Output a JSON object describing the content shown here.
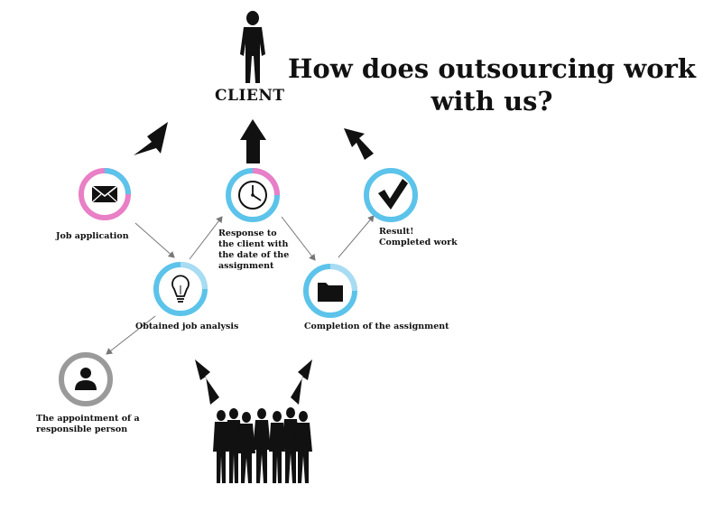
{
  "title": "How does outsourcing work\nwith us?",
  "client_label": "CLIENT",
  "steps": [
    {
      "label": "Job application",
      "icon": "envelope-icon"
    },
    {
      "label": "Response to\nthe client with\nthe date of the\nassignment",
      "icon": "clock-icon"
    },
    {
      "label": "Result!\nCompleted work",
      "icon": "checkmark-icon"
    },
    {
      "label": "Obtained job analysis",
      "icon": "lightbulb-icon"
    },
    {
      "label": "Completion of the assignment",
      "icon": "folder-icon"
    },
    {
      "label": "The appointment of a\nresponsible person",
      "icon": "person-icon"
    }
  ],
  "colors": {
    "pink": "#e97fc6",
    "blue": "#5cc3ea",
    "gray": "#9a9a9a",
    "arrow": "#111111",
    "connector": "#777777"
  }
}
